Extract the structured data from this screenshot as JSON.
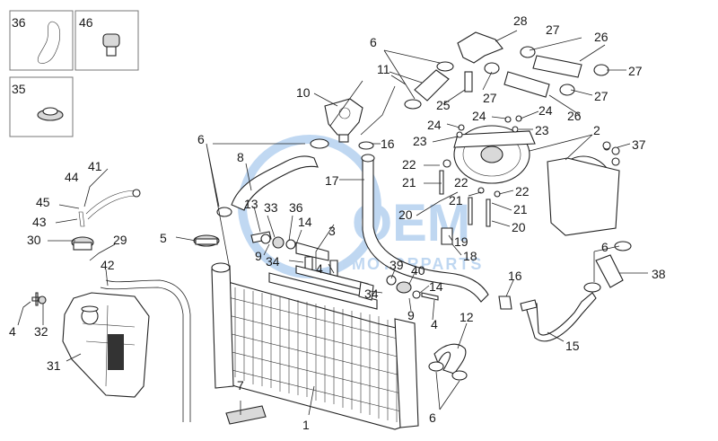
{
  "watermark": {
    "brand": "OEM",
    "tagline": "MOTORPARTS",
    "color": "#4a90d9"
  },
  "callouts": [
    {
      "id": "l36",
      "text": "36"
    },
    {
      "id": "l46",
      "text": "46"
    },
    {
      "id": "l35",
      "text": "35"
    },
    {
      "id": "l41",
      "text": "41"
    },
    {
      "id": "l44",
      "text": "44"
    },
    {
      "id": "l45",
      "text": "45"
    },
    {
      "id": "l43",
      "text": "43"
    },
    {
      "id": "l30",
      "text": "30"
    },
    {
      "id": "l29",
      "text": "29"
    },
    {
      "id": "l42",
      "text": "42"
    },
    {
      "id": "l4a",
      "text": "4"
    },
    {
      "id": "l32",
      "text": "32"
    },
    {
      "id": "l31",
      "text": "31"
    },
    {
      "id": "l5",
      "text": "5"
    },
    {
      "id": "l6a",
      "text": "6"
    },
    {
      "id": "l8",
      "text": "8"
    },
    {
      "id": "l13",
      "text": "13"
    },
    {
      "id": "l33",
      "text": "33"
    },
    {
      "id": "l36b",
      "text": "36"
    },
    {
      "id": "l14a",
      "text": "14"
    },
    {
      "id": "l3",
      "text": "3"
    },
    {
      "id": "l9a",
      "text": "9"
    },
    {
      "id": "l34a",
      "text": "34"
    },
    {
      "id": "l4b",
      "text": "4"
    },
    {
      "id": "l7",
      "text": "7"
    },
    {
      "id": "l1",
      "text": "1"
    },
    {
      "id": "l10",
      "text": "10"
    },
    {
      "id": "l6b",
      "text": "6"
    },
    {
      "id": "l11",
      "text": "11"
    },
    {
      "id": "l16a",
      "text": "16"
    },
    {
      "id": "l17",
      "text": "17"
    },
    {
      "id": "l22a",
      "text": "22"
    },
    {
      "id": "l21a",
      "text": "21"
    },
    {
      "id": "l20a",
      "text": "20"
    },
    {
      "id": "l22b",
      "text": "22"
    },
    {
      "id": "l21b",
      "text": "21"
    },
    {
      "id": "l22c",
      "text": "22"
    },
    {
      "id": "l21c",
      "text": "21"
    },
    {
      "id": "l20b",
      "text": "20"
    },
    {
      "id": "l19",
      "text": "19"
    },
    {
      "id": "l18",
      "text": "18"
    },
    {
      "id": "l39",
      "text": "39"
    },
    {
      "id": "l40",
      "text": "40"
    },
    {
      "id": "l34b",
      "text": "34"
    },
    {
      "id": "l14b",
      "text": "14"
    },
    {
      "id": "l9b",
      "text": "9"
    },
    {
      "id": "l4c",
      "text": "4"
    },
    {
      "id": "l12",
      "text": "12"
    },
    {
      "id": "l6c",
      "text": "6"
    },
    {
      "id": "l16b",
      "text": "16"
    },
    {
      "id": "l15",
      "text": "15"
    },
    {
      "id": "l6d",
      "text": "6"
    },
    {
      "id": "l38",
      "text": "38"
    },
    {
      "id": "l28",
      "text": "28"
    },
    {
      "id": "l27a",
      "text": "27"
    },
    {
      "id": "l26a",
      "text": "26"
    },
    {
      "id": "l27b",
      "text": "27"
    },
    {
      "id": "l27c",
      "text": "27"
    },
    {
      "id": "l27d",
      "text": "27"
    },
    {
      "id": "l26b",
      "text": "26"
    },
    {
      "id": "l25",
      "text": "25"
    },
    {
      "id": "l24a",
      "text": "24"
    },
    {
      "id": "l24b",
      "text": "24"
    },
    {
      "id": "l24c",
      "text": "24"
    },
    {
      "id": "l23a",
      "text": "23"
    },
    {
      "id": "l23b",
      "text": "23"
    },
    {
      "id": "l2",
      "text": "2"
    },
    {
      "id": "l37",
      "text": "37"
    }
  ]
}
